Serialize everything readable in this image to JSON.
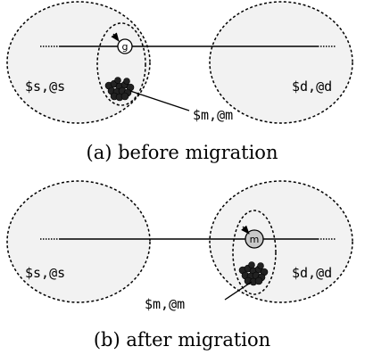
{
  "panels": [
    {
      "source_label": "$s,@s",
      "dest_label": "$d,@d",
      "migrant_label": "$m,@m",
      "node_label": "g",
      "caption": "(a) before migration"
    },
    {
      "source_label": "$s,@s",
      "dest_label": "$d,@d",
      "migrant_label": "$m,@m",
      "node_label": "m",
      "caption": "(b) after migration"
    }
  ],
  "colors": {
    "region_fill": "#f2f2f2",
    "node_fill_a": "#ffffff",
    "node_fill_b": "#c8c8c8",
    "line": "#000000"
  }
}
